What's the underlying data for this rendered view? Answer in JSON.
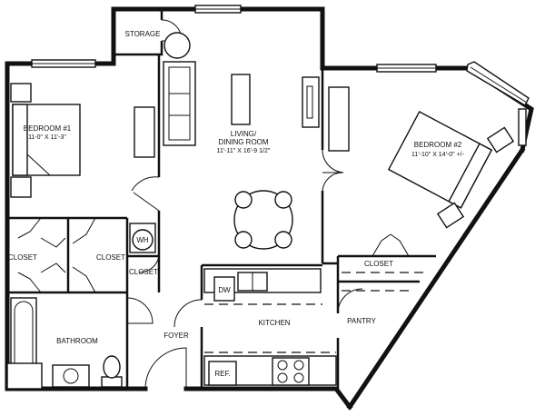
{
  "rooms": {
    "storage": {
      "name": "STORAGE"
    },
    "living": {
      "name_line1": "LIVING/",
      "name_line2": "DINING ROOM",
      "dims": "11'-11\" X 16'-9 1/2\""
    },
    "bedroom1": {
      "name": "BEDROOM #1",
      "dims": "11-0\" X 11'-3\""
    },
    "bedroom2": {
      "name": "BEDROOM #2",
      "dims": "11'-10\" X 14'-0\" +/-"
    },
    "closet_bed1": {
      "name": "CLOSET"
    },
    "closet_bath": {
      "name": "CLOSET"
    },
    "closet_small": {
      "name": "CLOSET"
    },
    "closet_bed2": {
      "name": "CLOSET"
    },
    "bathroom": {
      "name": "BATHROOM"
    },
    "foyer": {
      "name": "FOYER"
    },
    "kitchen": {
      "name": "KITCHEN"
    },
    "pantry": {
      "name": "PANTRY"
    }
  },
  "fixtures": {
    "water_heater": "WH",
    "dishwasher": "DW",
    "refrigerator": "REF."
  }
}
